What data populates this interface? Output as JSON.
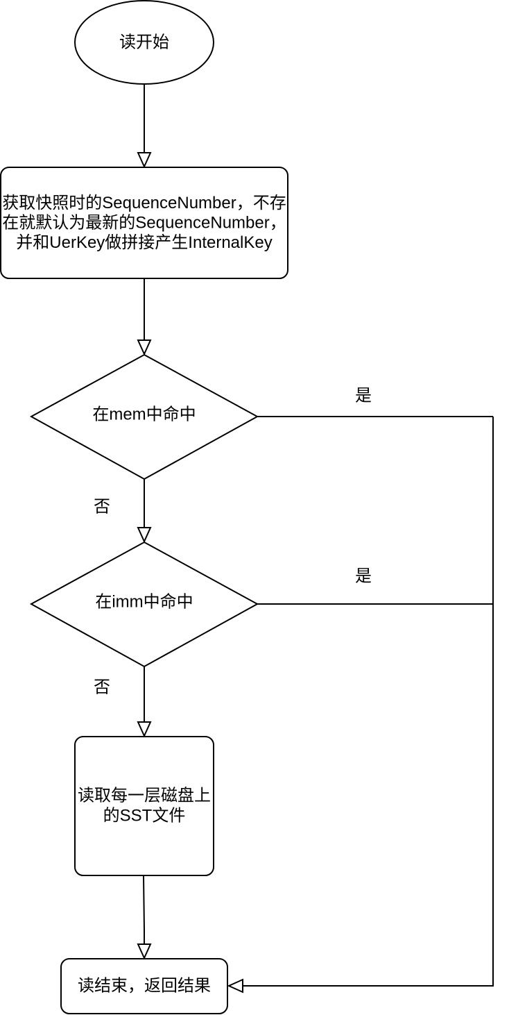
{
  "colors": {
    "stroke": "#000000",
    "fill": "#ffffff",
    "text": "#000000"
  },
  "nodes": {
    "start": "读开始",
    "build_key": [
      "获取快照时的SequenceNumber，不存",
      "在就默认为最新的SequenceNumber，",
      "并和UerKey做拼接产生InternalKey"
    ],
    "mem_check": "在mem中命中",
    "imm_check": "在imm中命中",
    "read_sst": [
      "读取每一层磁盘上",
      "的SST文件"
    ],
    "end": "读结束，返回结果"
  },
  "edges": {
    "mem_yes": "是",
    "mem_no": "否",
    "imm_yes": "是",
    "imm_no": "否"
  }
}
